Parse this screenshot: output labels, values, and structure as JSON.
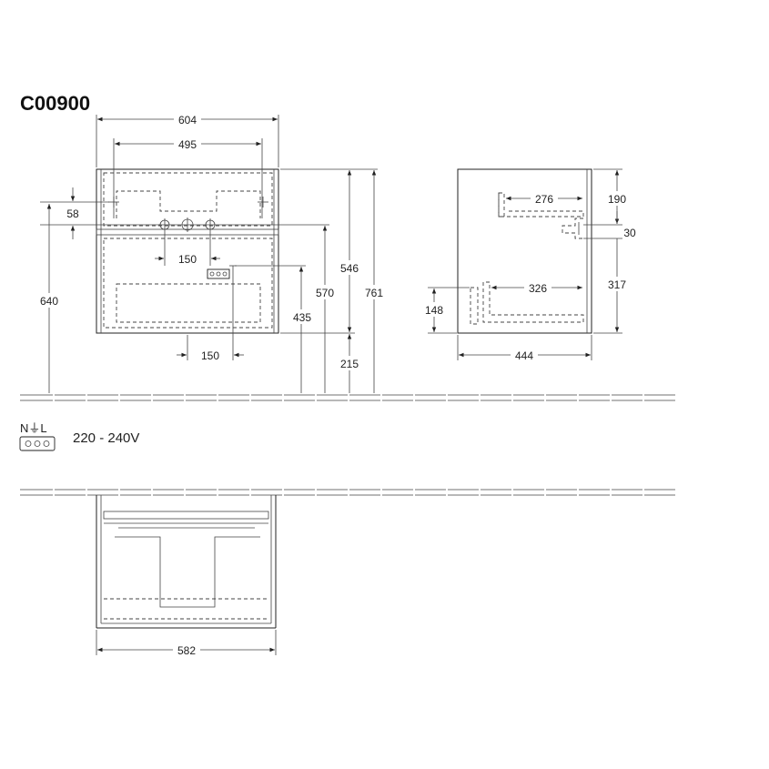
{
  "title": "C00900",
  "front_view": {
    "width_outer": "604",
    "width_inner": "495",
    "offset_top": "58",
    "pipe_spacing": "150",
    "socket_spacing": "150",
    "height_total": "761",
    "height_body": "546",
    "height_drain": "570",
    "height_socket": "435",
    "height_floor": "215",
    "height_supply": "640"
  },
  "side_view": {
    "depth_upper": "276",
    "depth_lower": "326",
    "depth_total": "444",
    "height_upper": "190",
    "height_gap": "30",
    "height_lower": "317",
    "height_leg": "148"
  },
  "top_view": {
    "width": "582"
  },
  "electrical": {
    "terminals": "N⏚L",
    "voltage": "220 - 240V"
  }
}
